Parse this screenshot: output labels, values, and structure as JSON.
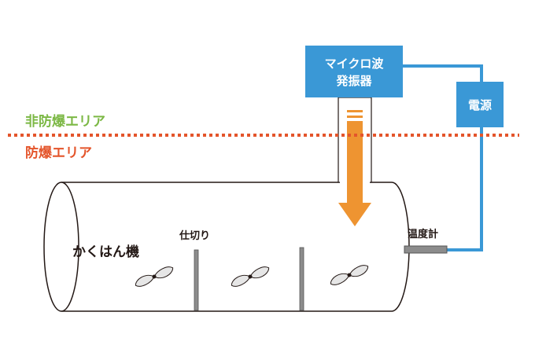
{
  "zones": {
    "non_explosion_proof": "非防爆エリア",
    "explosion_proof": "防爆エリア"
  },
  "devices": {
    "microwave_generator_line1": "マイクロ波",
    "microwave_generator_line2": "発振器",
    "power_supply": "電源",
    "thermometer": "温度計"
  },
  "vessel": {
    "agitator_label": "かくはん機",
    "partition_label": "仕切り"
  },
  "colors": {
    "device_blue": "#3a98d6",
    "safe_green": "#7cb845",
    "danger_red": "#e4552b",
    "arrow_orange": "#ee9431",
    "wire_blue": "#3a98d6",
    "text_dark": "#231815"
  }
}
